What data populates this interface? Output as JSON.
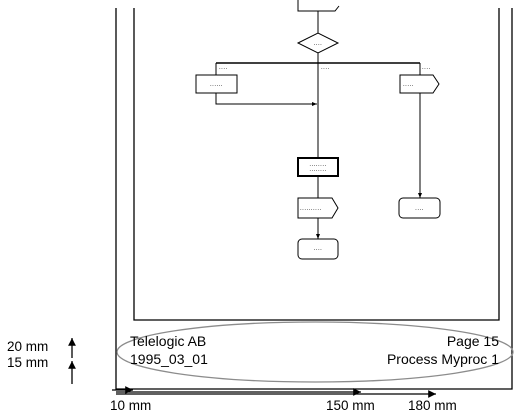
{
  "footer": {
    "company": "Telelogic AB",
    "date": "1995_03_01",
    "page": "Page 15",
    "process": "Process Myproc 1"
  },
  "dimensions": {
    "vertical": [
      "20 mm",
      "15 mm"
    ],
    "horizontal": [
      "10 mm",
      "150 mm",
      "180 mm"
    ]
  },
  "flow": {
    "decision_label": "....",
    "branch_labels": [
      "....",
      "....",
      "...."
    ],
    "task_left": "......",
    "output_right": ".....",
    "task_bold": "........",
    "output_bottom": "..........",
    "terminal_bottom": "....",
    "terminal_right": "...."
  },
  "colors": {
    "ink": "#000000",
    "ellipse": "#8c8c8c"
  }
}
